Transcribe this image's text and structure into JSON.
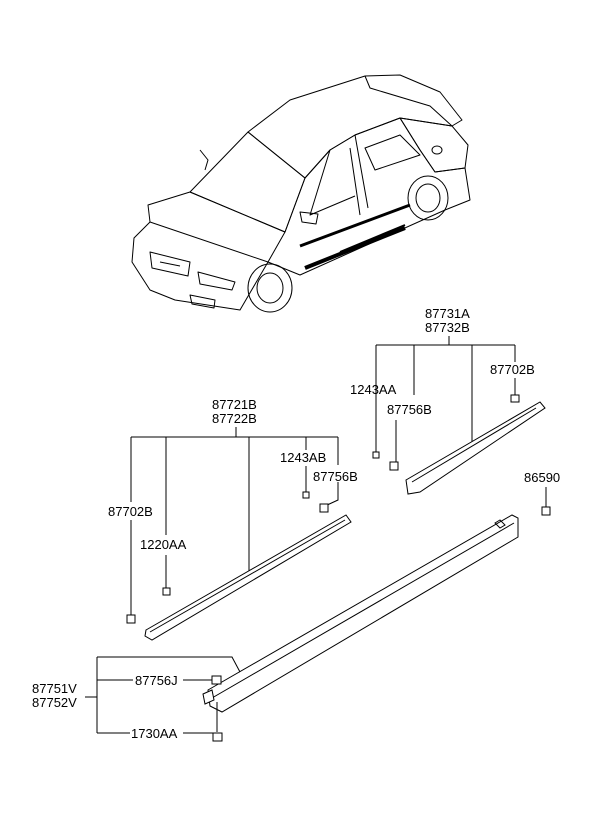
{
  "labels": {
    "front_upper_1": "87731A",
    "front_upper_2": "87732B",
    "clip_1243aa": "1243AA",
    "clip_87702b_right": "87702B",
    "clip_87756b_right": "87756B",
    "rear_upper_1": "87721B",
    "rear_upper_2": "87722B",
    "clip_1243ab": "1243AB",
    "clip_87756b_left": "87756B",
    "clip_87702b_left": "87702B",
    "clip_1220aa": "1220AA",
    "clip_86590": "86590",
    "sill_1": "87751V",
    "sill_2": "87752V",
    "clip_87756j": "87756J",
    "clip_1730aa": "1730AA"
  }
}
